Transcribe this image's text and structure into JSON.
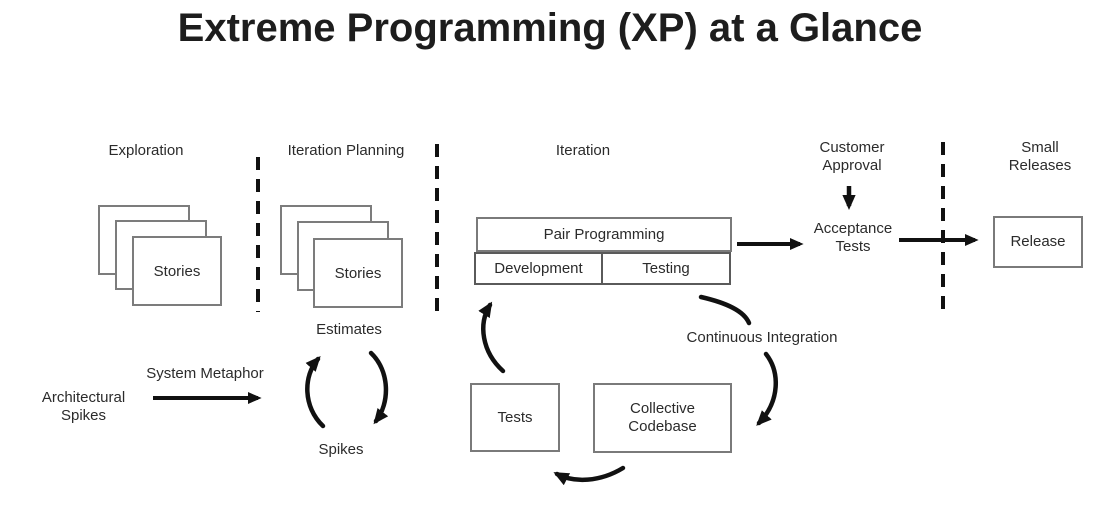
{
  "title": "Extreme Programming (XP) at a Glance",
  "phases": {
    "exploration": "Exploration",
    "iteration_planning": "Iteration Planning",
    "iteration": "Iteration",
    "customer_approval": "Customer Approval",
    "small_releases": "Small Releases"
  },
  "exploration": {
    "stories": "Stories",
    "architectural_spikes": "Architectural Spikes",
    "system_metaphor": "System Metaphor"
  },
  "iteration_planning": {
    "stories": "Stories",
    "estimates": "Estimates",
    "spikes": "Spikes"
  },
  "iteration": {
    "pair_programming": "Pair Programming",
    "development": "Development",
    "testing": "Testing",
    "tests": "Tests",
    "collective_codebase": "Collective Codebase",
    "continuous_integration": "Continuous Integration"
  },
  "customer_approval": {
    "acceptance_tests": "Acceptance Tests"
  },
  "small_releases": {
    "release": "Release"
  },
  "colors": {
    "background": "#ffffff",
    "text": "#2b2b2b",
    "box_border": "#6e6e6e",
    "arrow": "#111111"
  }
}
